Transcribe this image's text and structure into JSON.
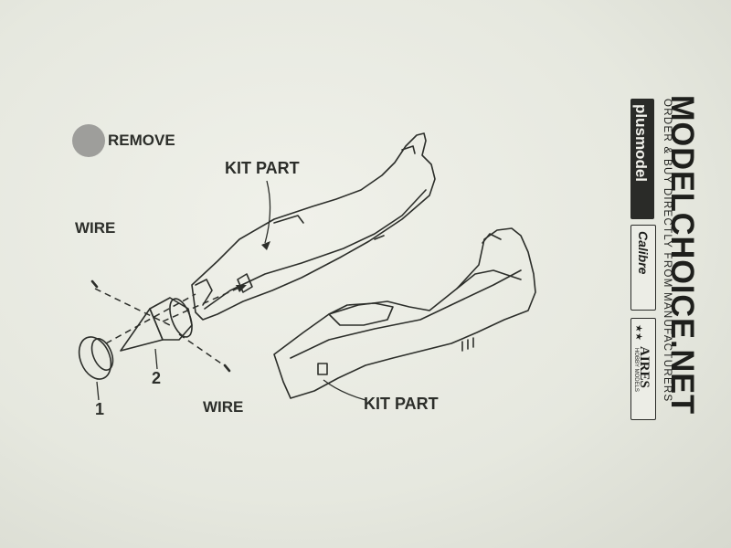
{
  "legend": {
    "remove_label": "REMOVE",
    "remove_color": "#9e9e9b"
  },
  "labels": {
    "kit_part_top": "KIT PART",
    "kit_part_bottom": "KIT PART",
    "wire_top": "WIRE",
    "wire_bottom": "WIRE",
    "part_1": "1",
    "part_2": "2"
  },
  "branding": {
    "site": "MODELCHOICE.NET",
    "tagline": "ORDER & BUY DIRECTLY FROM MANUFACTURERS",
    "logos": {
      "plusmodel": "plusmodel",
      "calibre": "Calibre",
      "aires": "AIRES",
      "aires_sub": "HOBBY MODELS"
    }
  },
  "colors": {
    "ink": "#2c2e2a",
    "paper": "#e9ebe3"
  }
}
